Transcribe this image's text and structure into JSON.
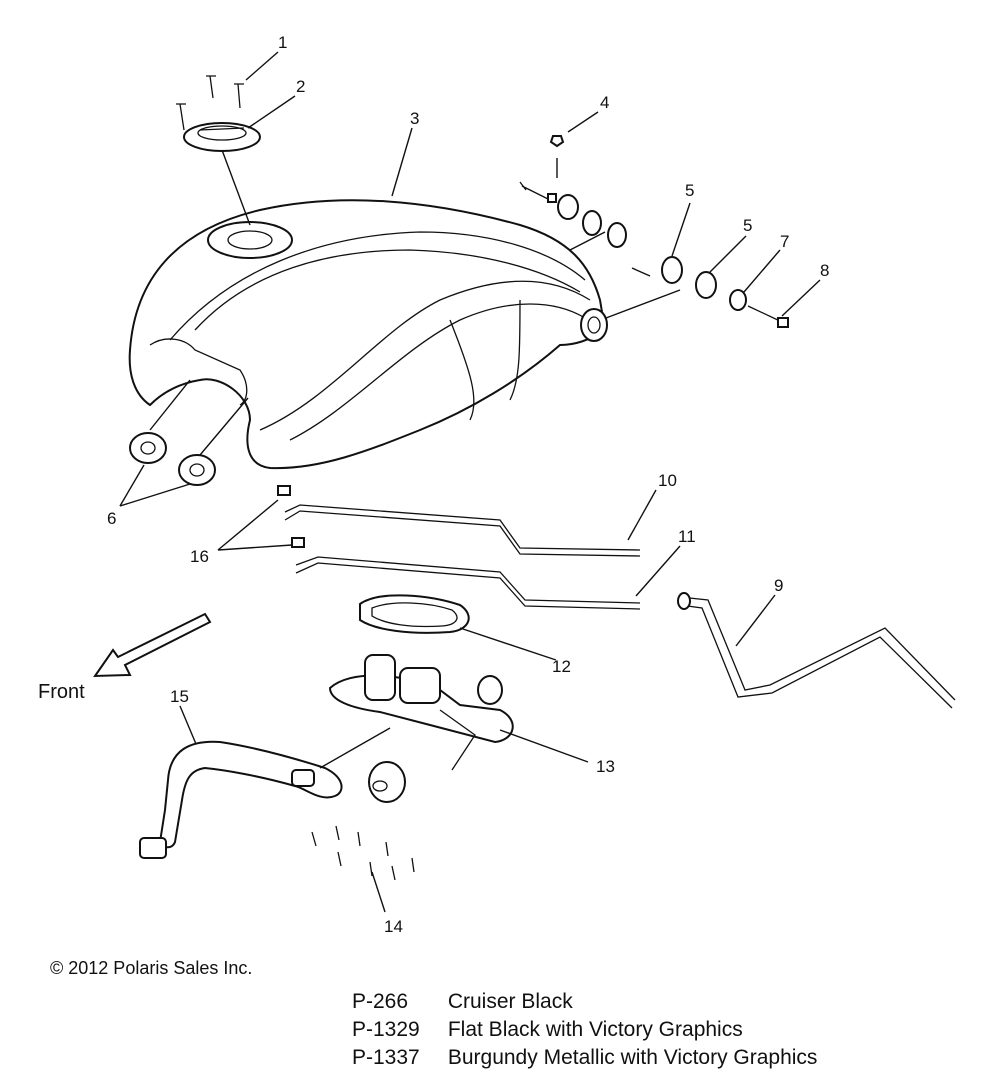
{
  "front_label": "Front",
  "copyright": "© 2012 Polaris Sales Inc.",
  "variants": [
    {
      "code": "P-266",
      "description": "Cruiser Black"
    },
    {
      "code": "P-1329",
      "description": "Flat Black with Victory Graphics"
    },
    {
      "code": "P-1337",
      "description": "Burgundy Metallic with Victory Graphics"
    }
  ],
  "callouts": {
    "c1": "1",
    "c2": "2",
    "c3": "3",
    "c4": "4",
    "c5a": "5",
    "c5b": "5",
    "c6": "6",
    "c7": "7",
    "c8": "8",
    "c9": "9",
    "c10": "10",
    "c11": "11",
    "c12": "12",
    "c13": "13",
    "c14": "14",
    "c15": "15",
    "c16": "16"
  }
}
